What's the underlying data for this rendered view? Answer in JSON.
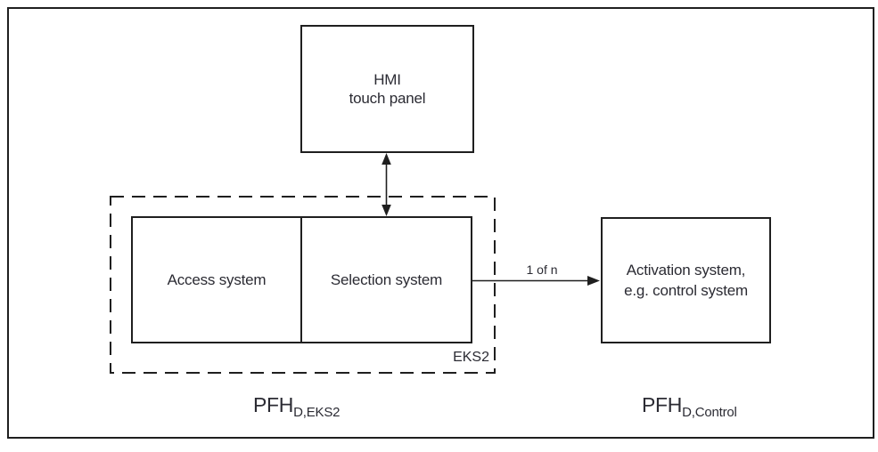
{
  "diagram": {
    "hmi_box": {
      "lines": [
        "HMI",
        "touch panel"
      ]
    },
    "access_box": {
      "label": "Access system"
    },
    "selection_box": {
      "label": "Selection system"
    },
    "activation_box": {
      "lines": [
        "Activation system,",
        "e.g. control system"
      ]
    },
    "eks2_boundary_label": "EKS2",
    "arrow_label": "1 of n",
    "pfh_eks2": {
      "base": "PFH",
      "sub": "D,EKS2"
    },
    "pfh_control": {
      "base": "PFH",
      "sub": "D,Control"
    },
    "colors": {
      "line": "#1f1f1f",
      "text": "#2b2b33",
      "background": "#ffffff"
    }
  }
}
